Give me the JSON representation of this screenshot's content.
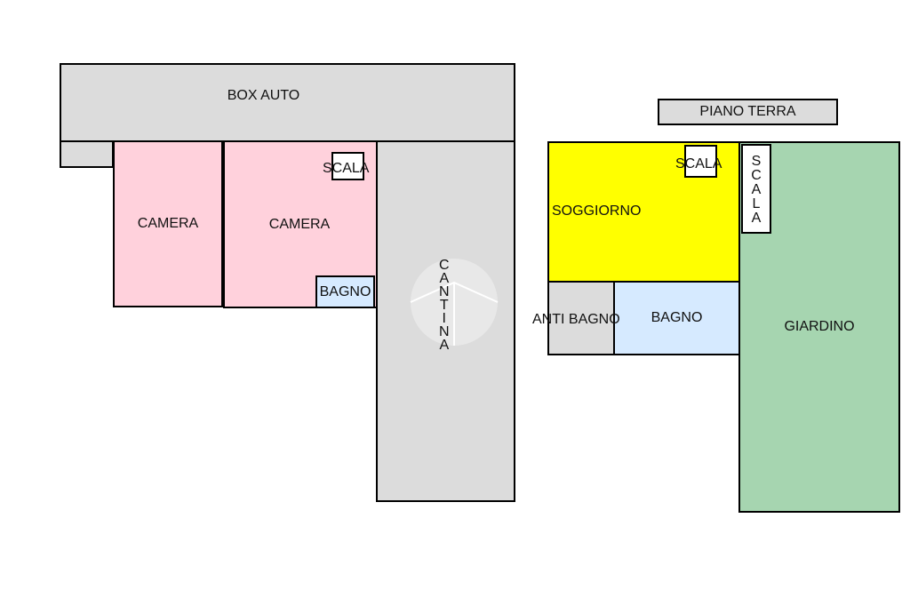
{
  "colors": {
    "grey": "#dcdcdc",
    "pink": "#ffd1dc",
    "yellow": "#ffff00",
    "light_blue": "#d6eaff",
    "green": "#a6d5b0",
    "white": "#ffffff",
    "line": "#000000"
  },
  "basement": {
    "box_auto": "BOX AUTO",
    "camera_1": "CAMERA",
    "camera_2": "CAMERA",
    "scala": "SCALA",
    "bagno": "BAGNO",
    "cantina": [
      "C",
      "A",
      "N",
      "T",
      "I",
      "N",
      "A"
    ]
  },
  "ground_floor": {
    "title": "PIANO TERRA",
    "soggiorno": "SOGGIORNO",
    "scala": "SCALA",
    "scala_vertical": [
      "S",
      "C",
      "A",
      "L",
      "A"
    ],
    "anti_bagno": "ANTI BAGNO",
    "bagno": "BAGNO",
    "giardino": "GIARDINO"
  }
}
